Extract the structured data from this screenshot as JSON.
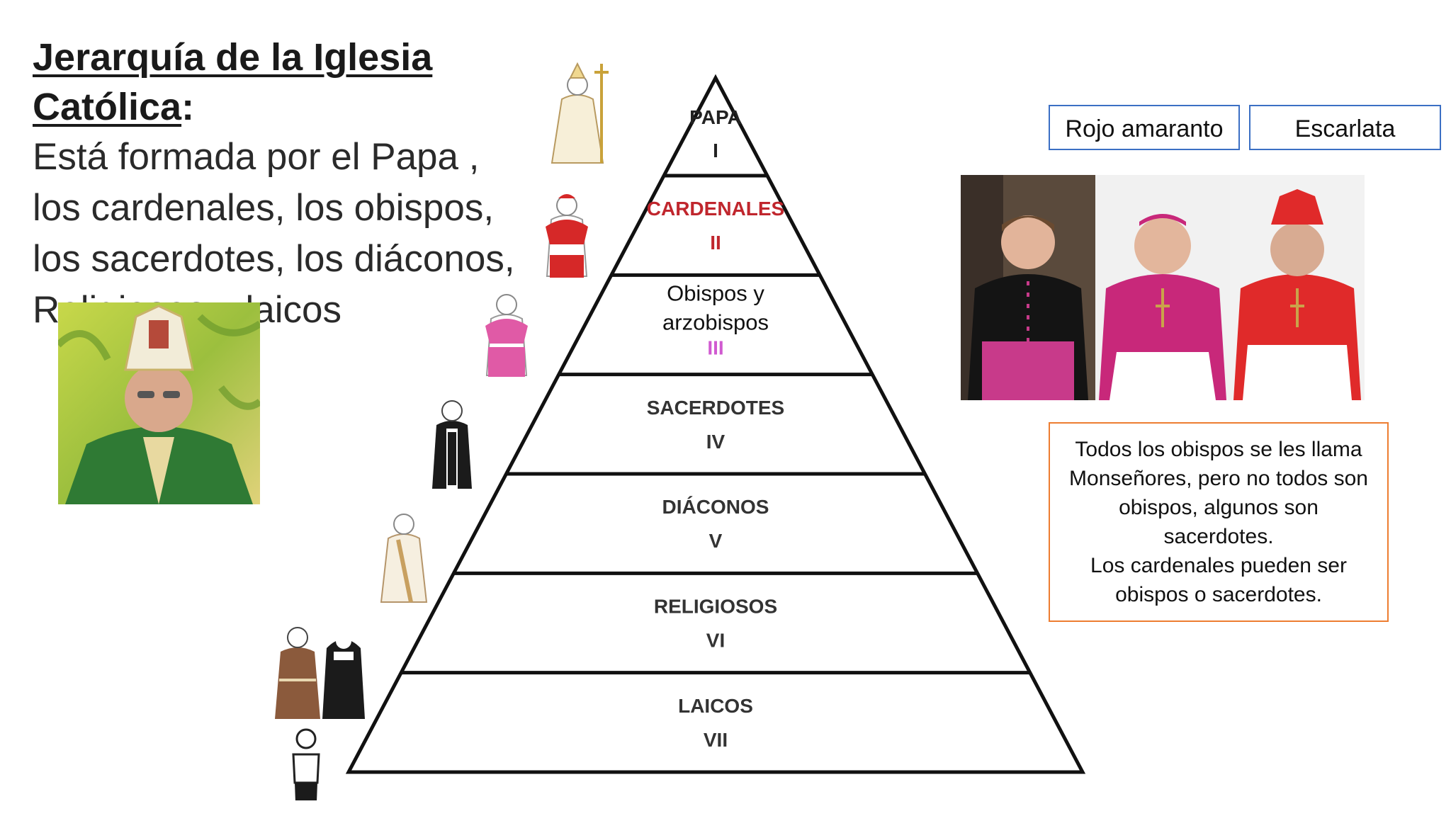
{
  "title": {
    "main": "Jerarquía de la Iglesia Católica",
    "colon": ":"
  },
  "intro_lines": [
    "Está formada por el Papa ,",
    "los cardenales, los obispos,",
    "los sacerdotes, los diáconos,",
    "Religiosos y laicos"
  ],
  "pyramid": {
    "levels": [
      {
        "name": "PAPA",
        "numeral": "I",
        "name_color": "#222222",
        "numeral_color": "#222222"
      },
      {
        "name": "CARDENALES",
        "numeral": "II",
        "name_color": "#c0262d",
        "numeral_color": "#c0262d"
      },
      {
        "name": "Obispos y",
        "name2": "arzobispos",
        "numeral": "III",
        "name_color": "#111111",
        "numeral_color": "#d05ad0"
      },
      {
        "name": "SACERDOTES",
        "numeral": "IV",
        "name_color": "#333333",
        "numeral_color": "#333333"
      },
      {
        "name": "DIÁCONOS",
        "numeral": "V",
        "name_color": "#333333",
        "numeral_color": "#333333"
      },
      {
        "name": "RELIGIOSOS",
        "numeral": "VI",
        "name_color": "#333333",
        "numeral_color": "#333333"
      },
      {
        "name": "LAICOS",
        "numeral": "VII",
        "name_color": "#333333",
        "numeral_color": "#333333"
      }
    ]
  },
  "color_labels": {
    "left": "Rojo amaranto",
    "right": "Escarlata"
  },
  "note_lines": [
    "Todos los obispos se les llama",
    "Monseñores, pero no todos son",
    "obispos, algunos son",
    "sacerdotes.",
    "Los cardenales pueden ser",
    "obispos o sacerdotes."
  ],
  "colors": {
    "label_border": "#3b6fc4",
    "note_border": "#ed7d31",
    "cardinal_red": "#d62828",
    "bishop_magenta": "#d0348a",
    "priest_black": "#1b1b1b",
    "habit_brown": "#8b5a3c",
    "vestment_green": "#3f8a3a"
  }
}
